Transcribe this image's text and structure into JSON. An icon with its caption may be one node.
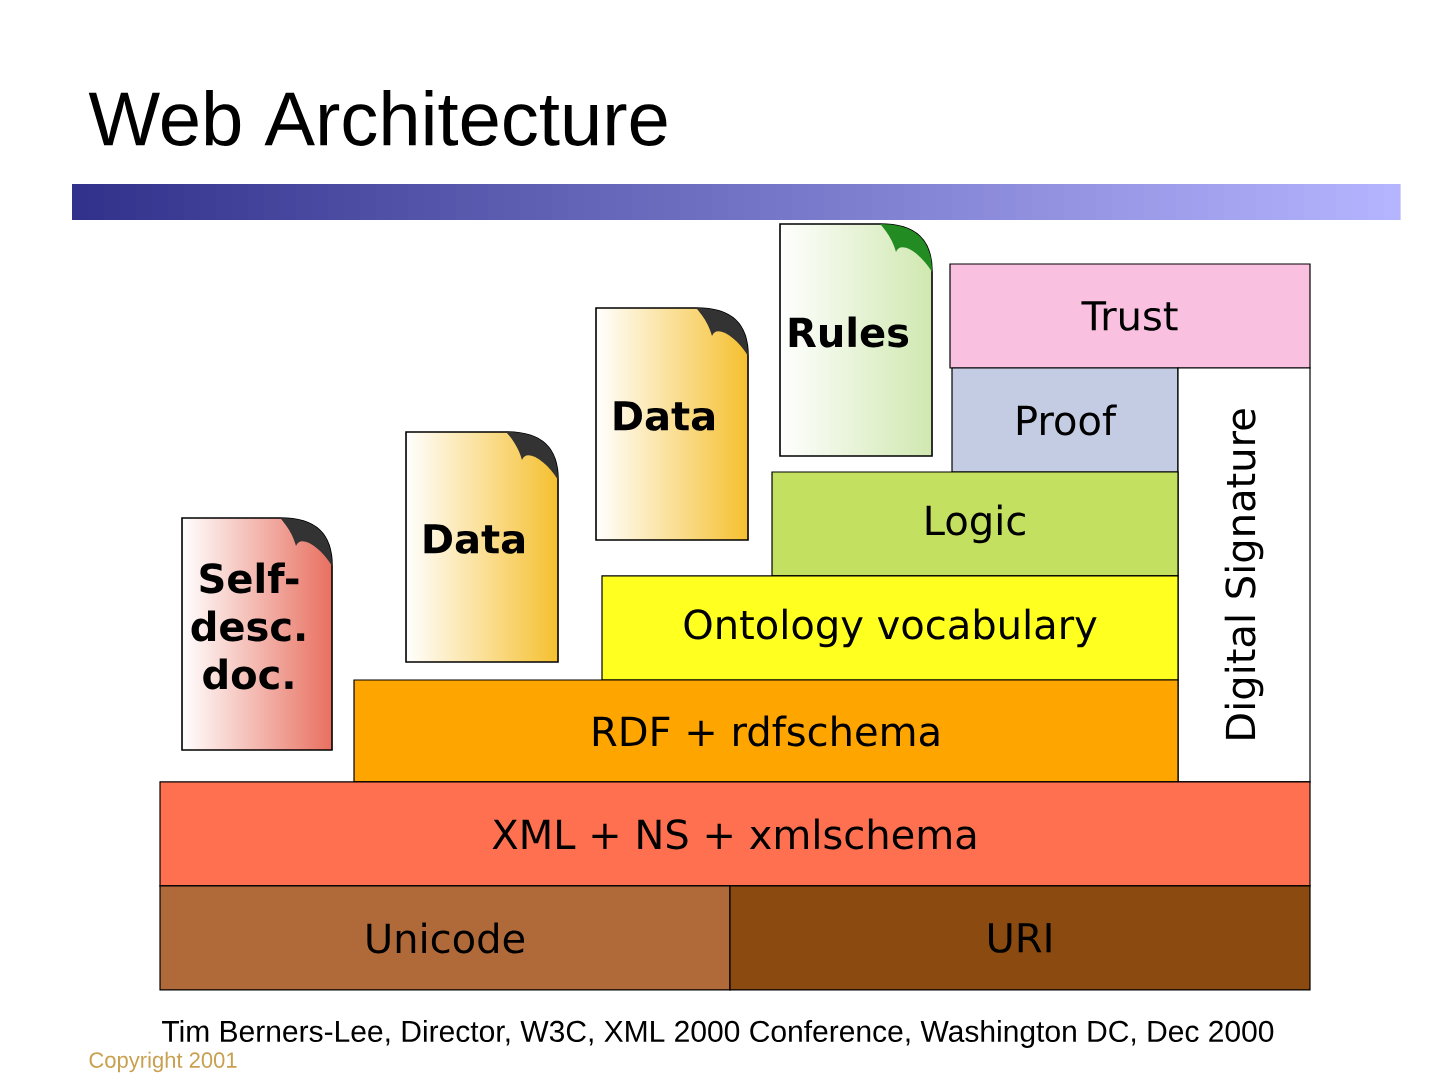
{
  "diagram": {
    "title": "Web Architecture",
    "caption": "Tim Berners-Lee, Director, W3C, XML 2000 Conference, Washington DC, Dec 2000",
    "nodes": [
      {
        "text": [
          "Self- desc. doc."
        ]
      },
      {
        "text": [
          "Data"
        ]
      },
      {
        "text": [
          "Data"
        ]
      },
      {
        "text": [
          "Rules"
        ]
      },
      {
        "text": [
          "Trust"
        ]
      },
      {
        "text": [
          "Proof"
        ]
      },
      {
        "text": [
          "Digital Signature"
        ]
      },
      {
        "text": [
          "Logic"
        ]
      },
      {
        "text": [
          "Ontology vocabulary"
        ]
      },
      {
        "text": [
          "RDF + rdfschema"
        ]
      },
      {
        "text": [
          "XML + NS + xmlschema"
        ]
      },
      {
        "text": [
          "Unicode"
        ]
      },
      {
        "text": [
          "URI"
        ]
      }
    ],
    "labels": [
      "Copyright 2001"
    ]
  }
}
